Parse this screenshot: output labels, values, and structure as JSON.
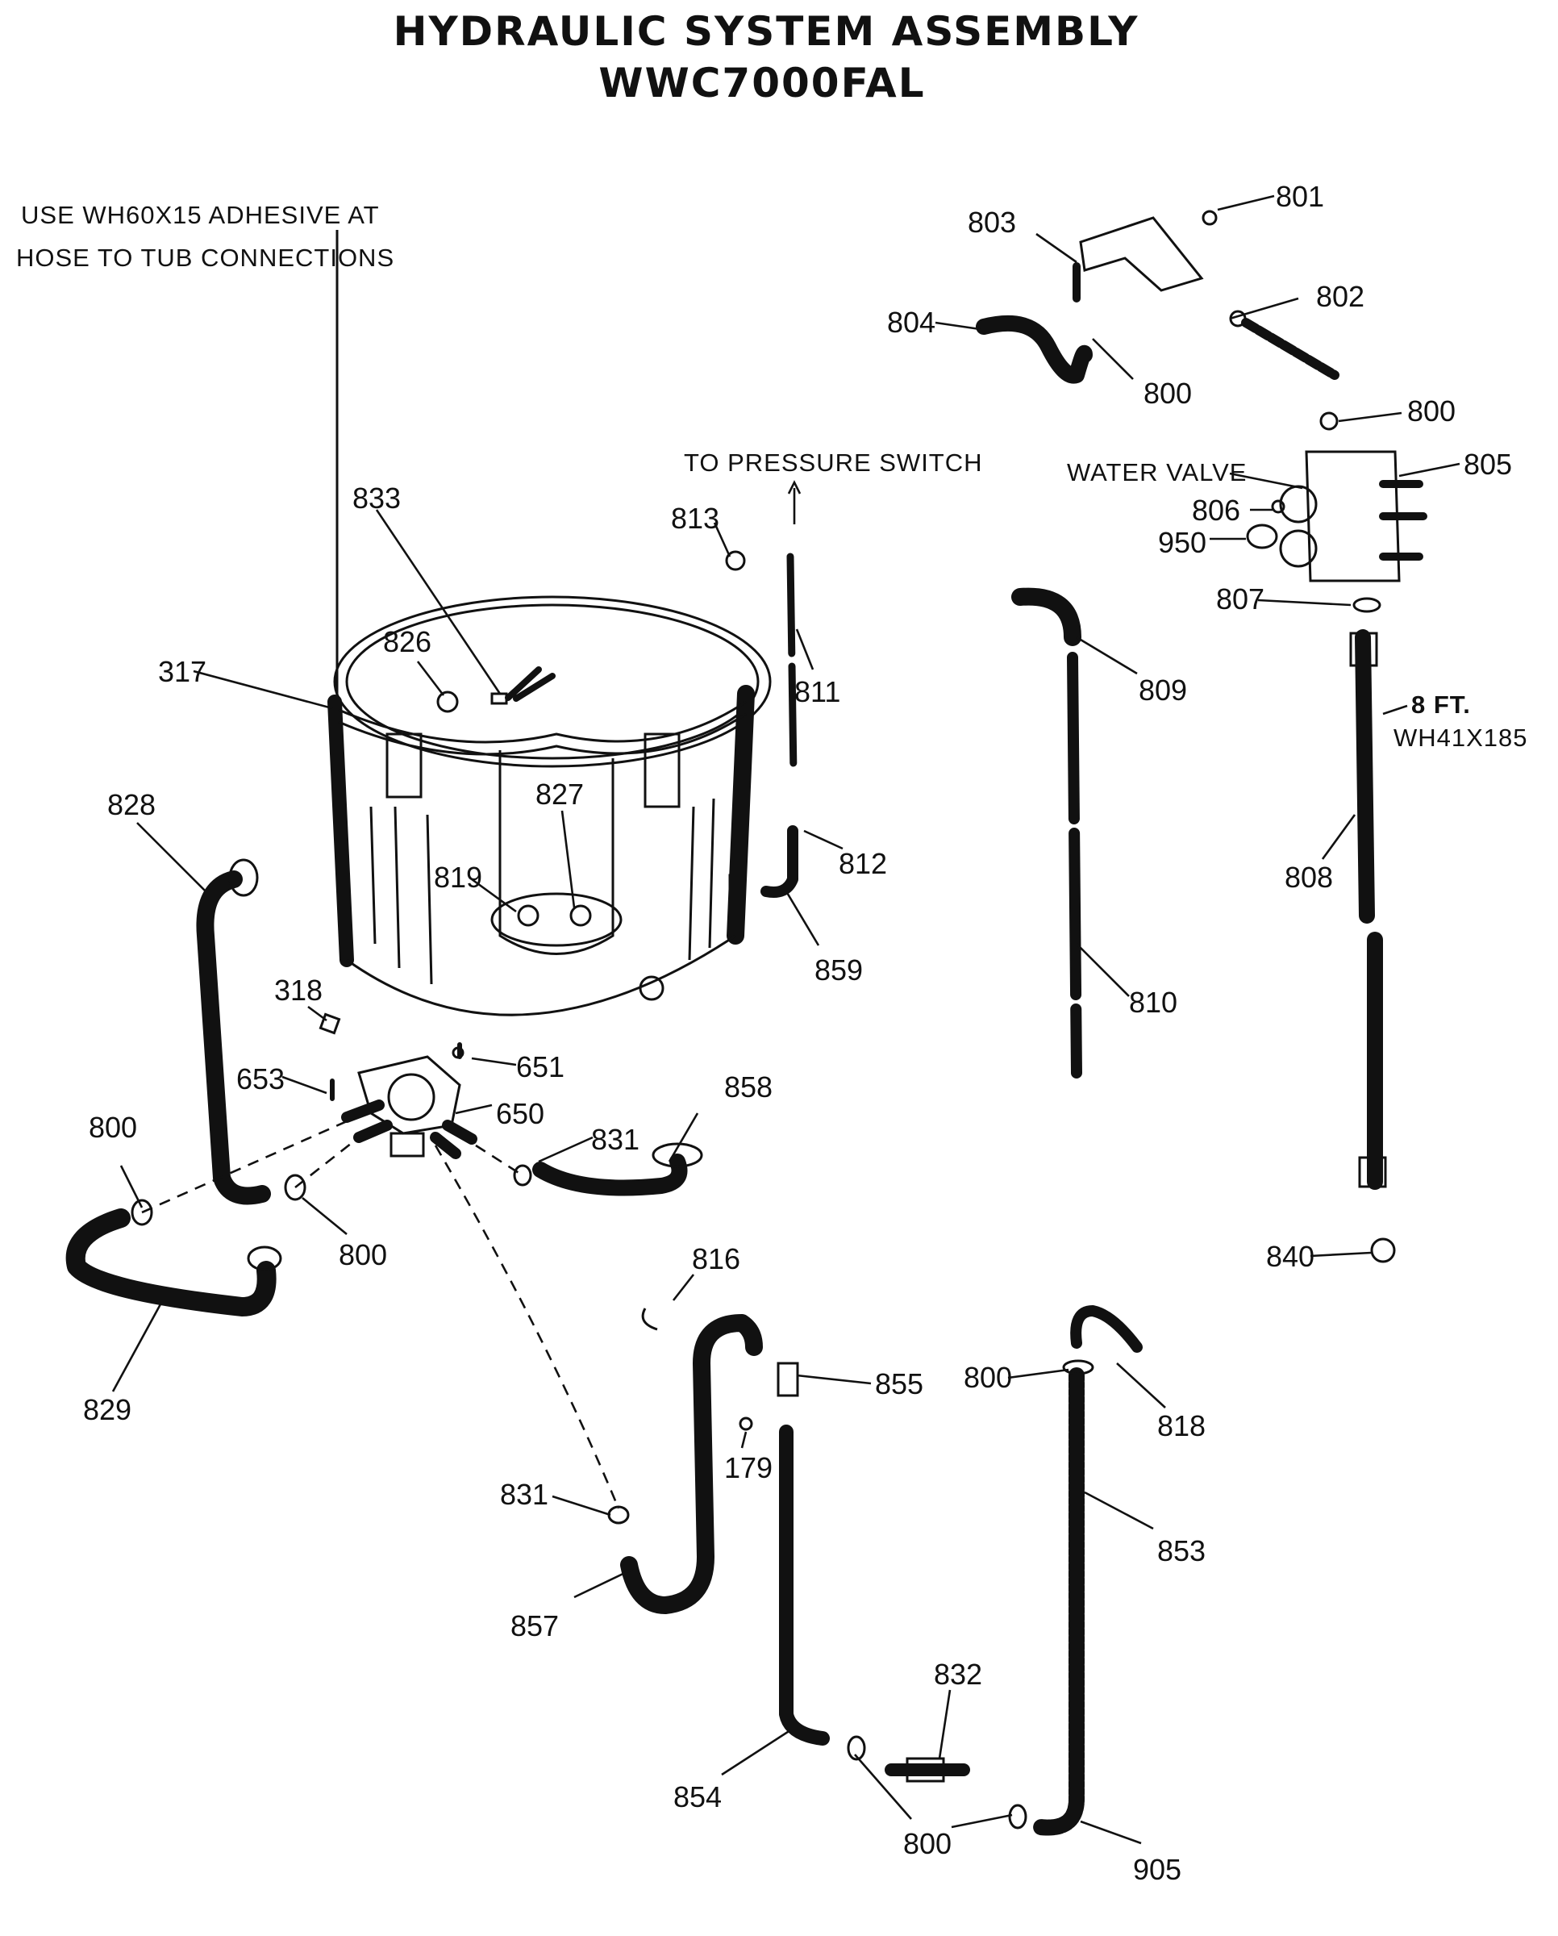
{
  "title": {
    "line1": "HYDRAULIC SYSTEM ASSEMBLY",
    "line2": "WWC7000FAL"
  },
  "note": {
    "line1": "USE WH60X15 ADHESIVE AT",
    "line2": "HOSE TO TUB CONNECTIONS"
  },
  "callouts": {
    "pressure_switch": "TO PRESSURE SWITCH",
    "water_valve": "WATER VALVE",
    "hose_length": "8 FT.",
    "hose_part": "WH41X185"
  },
  "parts": {
    "p801": "801",
    "p803": "803",
    "p802": "802",
    "p804": "804",
    "p800a": "800",
    "p800b": "800",
    "p805": "805",
    "p806": "806",
    "p950": "950",
    "p807": "807",
    "p813": "813",
    "p833": "833",
    "p811": "811",
    "p809": "809",
    "p826": "826",
    "p317": "317",
    "p808": "808",
    "p828": "828",
    "p827": "827",
    "p819": "819",
    "p812": "812",
    "p859": "859",
    "p810": "810",
    "p318": "318",
    "p651": "651",
    "p653": "653",
    "p858": "858",
    "p650": "650",
    "p800c": "800",
    "p831a": "831",
    "p800d": "800",
    "p840": "840",
    "p816": "816",
    "p829": "829",
    "p800e": "800",
    "p855": "855",
    "p818": "818",
    "p179": "179",
    "p831b": "831",
    "p853": "853",
    "p857": "857",
    "p832": "832",
    "p854": "854",
    "p800f": "800",
    "p905": "905"
  }
}
